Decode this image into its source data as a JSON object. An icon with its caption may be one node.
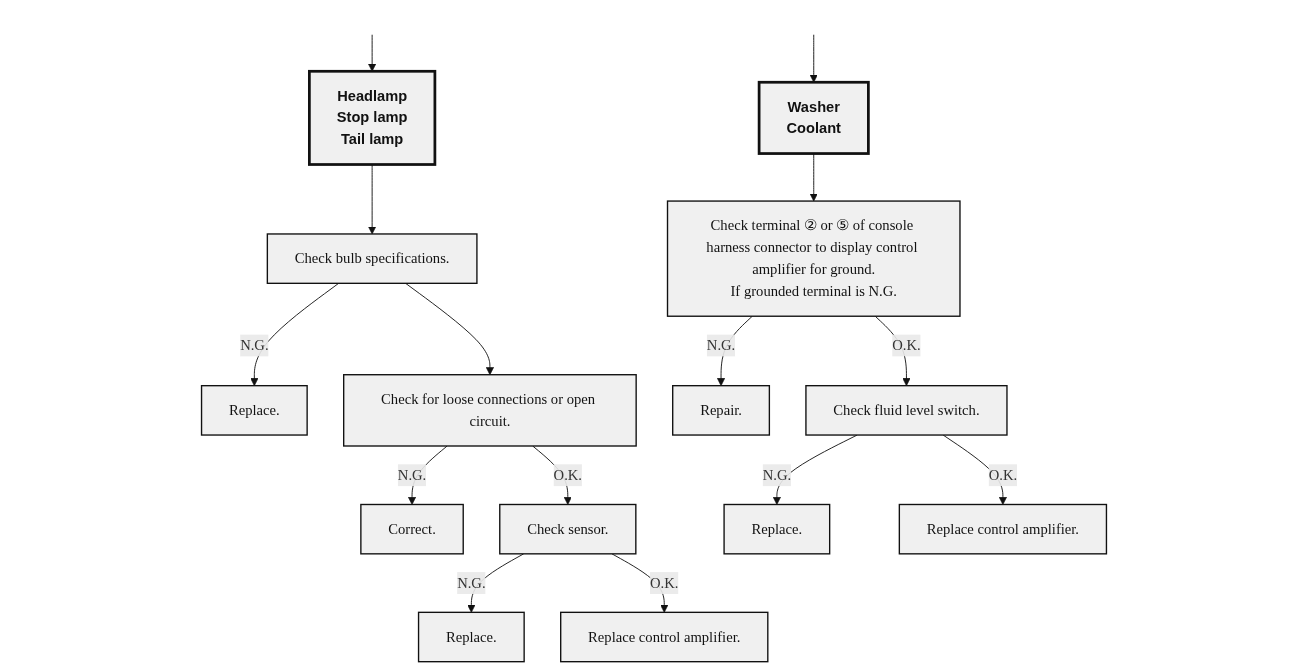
{
  "diagram": {
    "nodes": [
      {
        "text": [
          "Headlamp",
          "Stop lamp",
          "Tail lamp"
        ]
      },
      {
        "text": [
          "Check bulb specifications."
        ]
      },
      {
        "text": [
          "Replace."
        ]
      },
      {
        "text": [
          "Check for loose connections or open circuit."
        ]
      },
      {
        "text": [
          "Correct."
        ]
      },
      {
        "text": [
          "Check sensor."
        ]
      },
      {
        "text": [
          "Replace."
        ]
      },
      {
        "text": [
          "Replace control amplifier."
        ]
      },
      {
        "text": [
          "Washer",
          "Coolant"
        ]
      },
      {
        "text": [
          "Check terminal ② or ⑤ of console harness connector to display control amplifier for ground.",
          "If grounded terminal is N.G."
        ]
      },
      {
        "text": [
          "Repair."
        ]
      },
      {
        "text": [
          "Check fluid level switch."
        ]
      },
      {
        "text": [
          "Replace."
        ]
      },
      {
        "text": [
          "Replace control amplifier."
        ]
      }
    ],
    "edges": [
      {
        "from": null,
        "to": 0,
        "arrow": "to"
      },
      {
        "from": 0,
        "to": 1,
        "arrow": "to"
      },
      {
        "from": 1,
        "to": 2,
        "arrow": "to",
        "label": "N.G."
      },
      {
        "from": 1,
        "to": 3,
        "arrow": "to"
      },
      {
        "from": 3,
        "to": 4,
        "arrow": "to",
        "label": "N.G."
      },
      {
        "from": 3,
        "to": 5,
        "arrow": "to",
        "label": "O.K."
      },
      {
        "from": 5,
        "to": 6,
        "arrow": "to",
        "label": "N.G."
      },
      {
        "from": 5,
        "to": 7,
        "arrow": "to",
        "label": "O.K."
      },
      {
        "from": null,
        "to": 8,
        "arrow": "to"
      },
      {
        "from": 8,
        "to": 9,
        "arrow": "to"
      },
      {
        "from": 9,
        "to": 10,
        "arrow": "to",
        "label": "N.G."
      },
      {
        "from": 9,
        "to": 11,
        "arrow": "to",
        "label": "O.K."
      },
      {
        "from": 11,
        "to": 12,
        "arrow": "to",
        "label": "N.G."
      },
      {
        "from": 11,
        "to": 13,
        "arrow": "to",
        "label": "O.K."
      }
    ]
  }
}
